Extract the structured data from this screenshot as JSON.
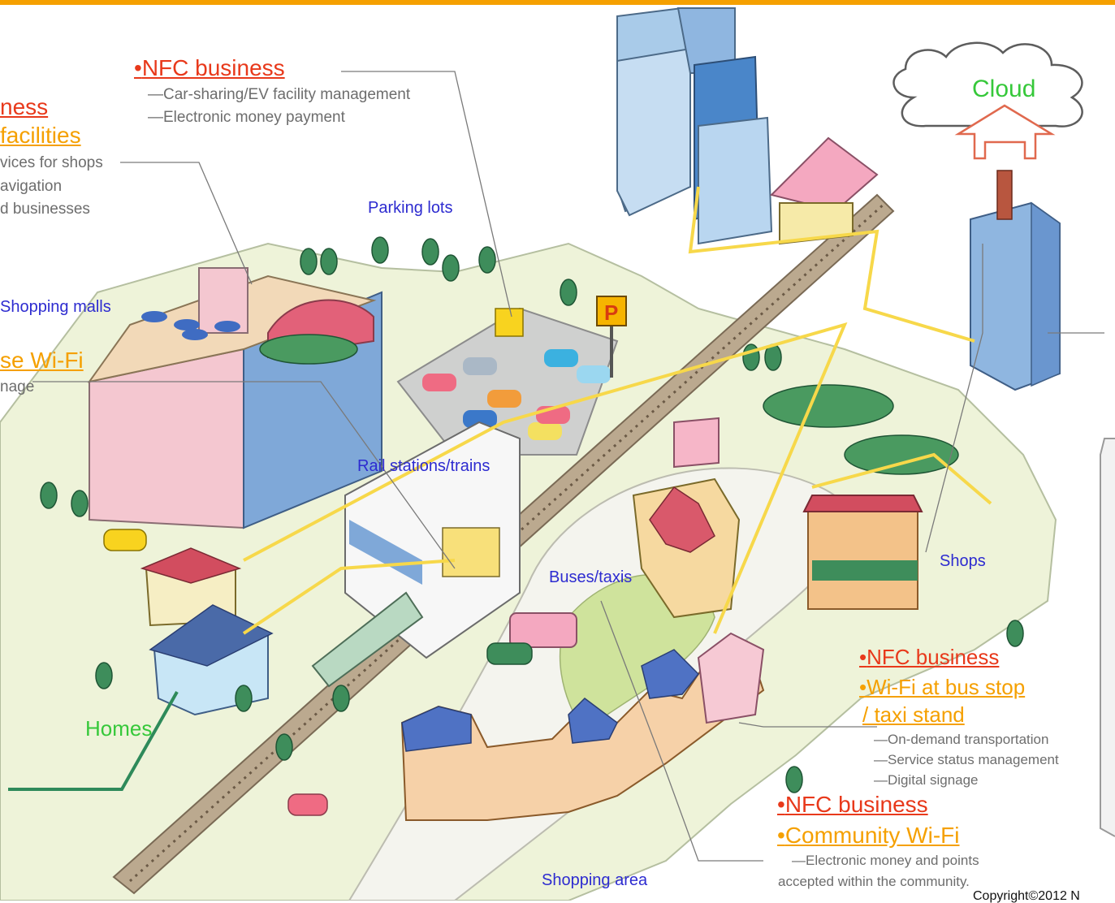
{
  "labels": {
    "nfc_top": "NFC business",
    "nfc_top_items": [
      "Car-sharing/EV facility management",
      "Electronic money payment"
    ],
    "left_partial_1": "ness",
    "left_partial_2": "facilities",
    "left_partial_items": [
      "vices for shops",
      "avigation",
      "d businesses"
    ],
    "parking_lots": "Parking lots",
    "shopping_malls": "Shopping malls",
    "left_wifi_partial": "se Wi-Fi",
    "left_wifi_item_partial": "nage",
    "cloud": "Cloud",
    "rail_stations": "Rail stations/trains",
    "buses_taxis": "Buses/taxis",
    "shops": "Shops",
    "homes": "Homes",
    "nfc_bus": "NFC business",
    "wifi_bus_1": "Wi-Fi at bus stop",
    "wifi_bus_2": "/ taxi stand",
    "bus_items": [
      "On-demand transportation",
      "Service status management",
      "Digital signage"
    ],
    "nfc_bottom": "NFC business",
    "community_wifi": "Community Wi-Fi",
    "community_items": [
      "Electronic money and points",
      "accepted within the community."
    ],
    "shopping_area": "Shopping area",
    "copyright": "Copyright©2012 N",
    "bullet": "•",
    "dash": "—"
  },
  "colors": {
    "accent_top_bar": "#f5a000",
    "nfc_red": "#e8391b",
    "wifi_orange": "#f5a000",
    "place_blue": "#2d2bd0",
    "cloud_green": "#36c83a",
    "note_gray": "#6d6d6d",
    "network_line": "#f7d84a"
  }
}
